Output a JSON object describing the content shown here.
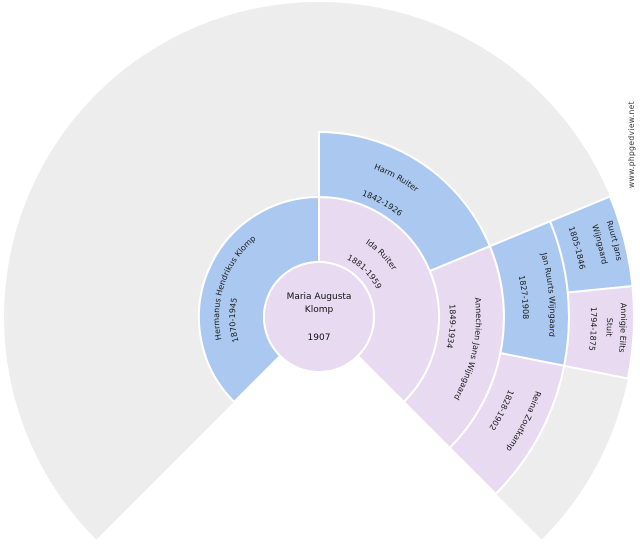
{
  "chart": {
    "type": "genealogy-fan-chart",
    "generations_shown": 5,
    "fan_degrees": 270
  },
  "center_person": {
    "name_line1": "Maria Augusta",
    "name_line2": "Klomp",
    "dates": "1907"
  },
  "people": {
    "father": {
      "name": "Hermanus Hendrikus Klomp",
      "dates": "1870-1945",
      "sex": "male"
    },
    "mother": {
      "name": "Ida Ruiter",
      "dates": "1881-1959",
      "sex": "female"
    },
    "mothers_father": {
      "name": "Harm Ruiter",
      "dates": "1842-1926",
      "sex": "male"
    },
    "mothers_mother": {
      "name": "Annechien Jans Wijngaard",
      "dates": "1849-1934",
      "sex": "female"
    },
    "mm_father": {
      "name": "Jan Ruurts Wijngaard",
      "dates": "1827-1908",
      "sex": "male"
    },
    "mm_mother": {
      "name": "Reina Zoutkamp",
      "dates": "1828-1902",
      "sex": "female"
    },
    "mmf_father": {
      "name_line1": "Ruurt Jans",
      "name_line2": "Wijngaard",
      "dates": "1805-1846",
      "sex": "male"
    },
    "mmf_mother": {
      "name_line1": "Annigje Eilts",
      "name_line2": "Stuit",
      "dates": "1794-1875",
      "sex": "female"
    }
  },
  "watermark": "www.phpgedview.net",
  "colors": {
    "male": "#abc9f0",
    "female": "#e7daf1",
    "empty_cell": "#eeedee",
    "background": "#ffffff",
    "text": "#1b1b1b"
  }
}
